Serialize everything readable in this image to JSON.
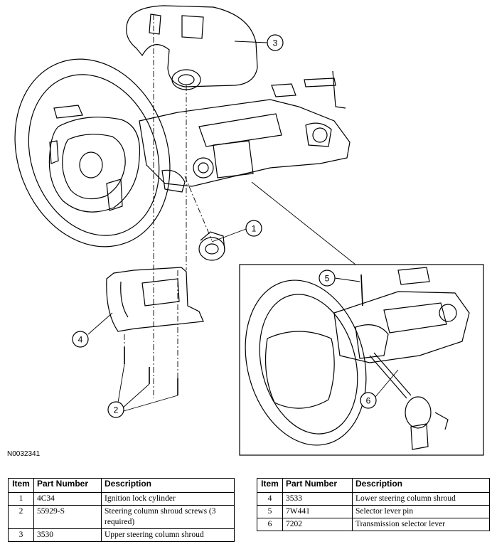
{
  "figure": {
    "id": "N0032341",
    "callouts": [
      "1",
      "2",
      "3",
      "4",
      "5",
      "6"
    ]
  },
  "table_left": {
    "headers": [
      "Item",
      "Part Number",
      "Description"
    ],
    "rows": [
      {
        "item": "1",
        "part": "4C34",
        "desc": "Ignition lock cylinder"
      },
      {
        "item": "2",
        "part": "55929-S",
        "desc": "Steering column shroud screws (3 required)"
      },
      {
        "item": "3",
        "part": "3530",
        "desc": "Upper steering column shroud"
      }
    ]
  },
  "table_right": {
    "headers": [
      "Item",
      "Part Number",
      "Description"
    ],
    "rows": [
      {
        "item": "4",
        "part": "3533",
        "desc": "Lower steering column shroud"
      },
      {
        "item": "5",
        "part": "7W441",
        "desc": "Selector lever pin"
      },
      {
        "item": "6",
        "part": "7202",
        "desc": "Transmission selector lever"
      }
    ]
  }
}
